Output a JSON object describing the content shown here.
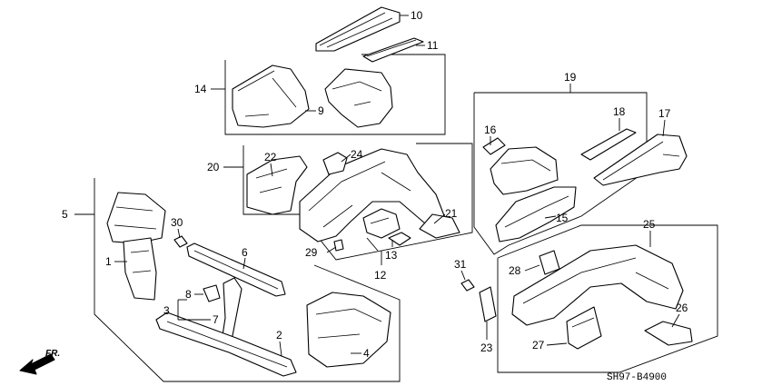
{
  "diagram": {
    "code": "SH97-B4900",
    "direction": "FR.",
    "callouts": [
      "1",
      "2",
      "3",
      "4",
      "5",
      "6",
      "7",
      "8",
      "9",
      "10",
      "11",
      "12",
      "13",
      "14",
      "15",
      "16",
      "17",
      "18",
      "19",
      "20",
      "21",
      "22",
      "23",
      "24",
      "25",
      "26",
      "27",
      "28",
      "29",
      "30",
      "31"
    ]
  }
}
